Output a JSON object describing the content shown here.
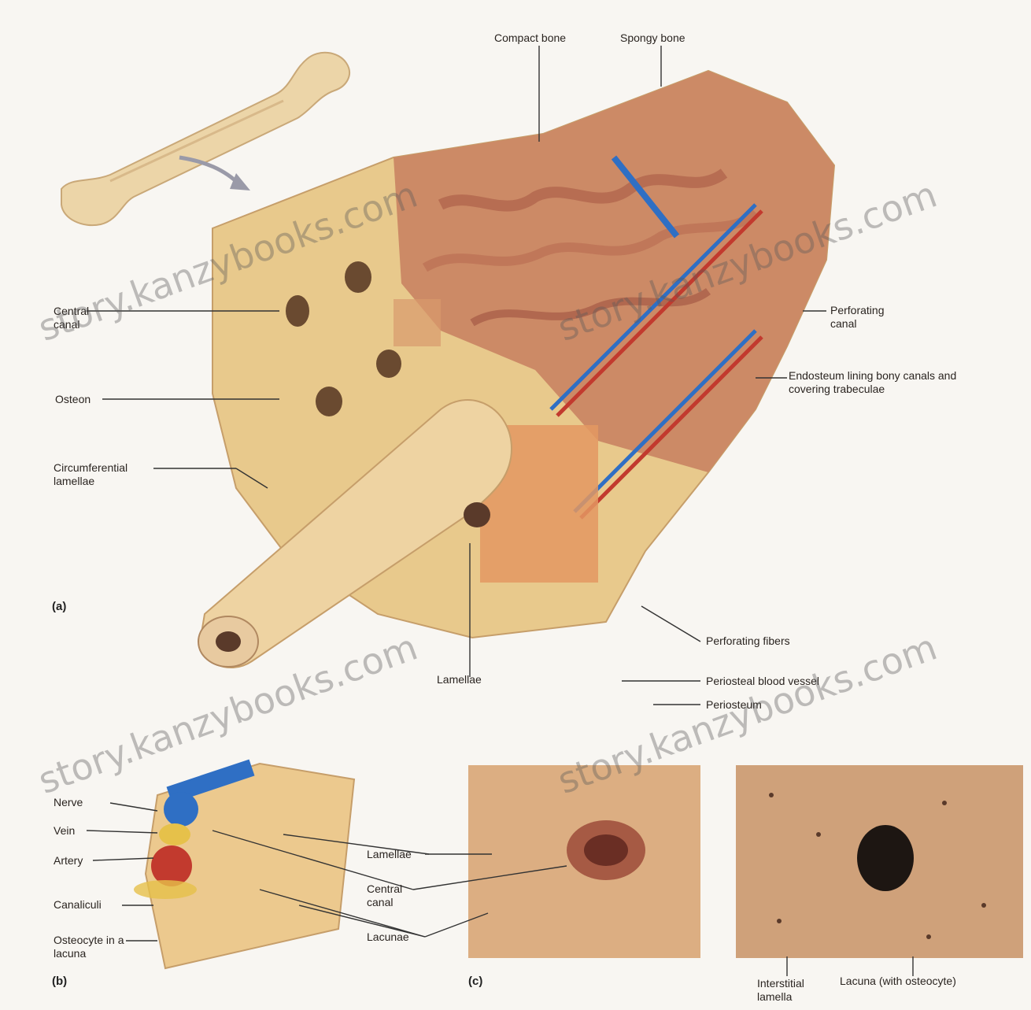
{
  "labels": {
    "compact_bone": "Compact bone",
    "spongy_bone": "Spongy bone",
    "central_canal": "Central canal",
    "osteon": "Osteon",
    "circumferential_lamellae": "Circumferential lamellae",
    "perforating_canal": "Perforating canal",
    "endosteum": "Endosteum lining bony canals and covering trabeculae",
    "perforating_fibers": "Perforating fibers",
    "lamellae_a": "Lamellae",
    "periosteal_blood_vessel": "Periosteal blood vessel",
    "periosteum": "Periosteum",
    "nerve": "Nerve",
    "vein": "Vein",
    "artery": "Artery",
    "canaliculi": "Canaliculi",
    "osteocyte_in_lacuna": "Osteocyte in a lacuna",
    "lamellae_b": "Lamellae",
    "central_canal_b": "Central canal",
    "lacunae": "Lacunae",
    "interstitial_lamella": "Interstitial lamella",
    "lacuna_with_osteocyte": "Lacuna (with osteocyte)"
  },
  "panels": {
    "a": "(a)",
    "b": "(b)",
    "c": "(c)"
  },
  "watermark": "story.kanzybooks.com",
  "colors": {
    "bone": "#e9cf9a",
    "spongy": "#c9826a",
    "marrow_red": "#b84a3c",
    "vein_blue": "#2f6fc4",
    "artery_red": "#c23a2e",
    "background": "#f8f6f2"
  }
}
